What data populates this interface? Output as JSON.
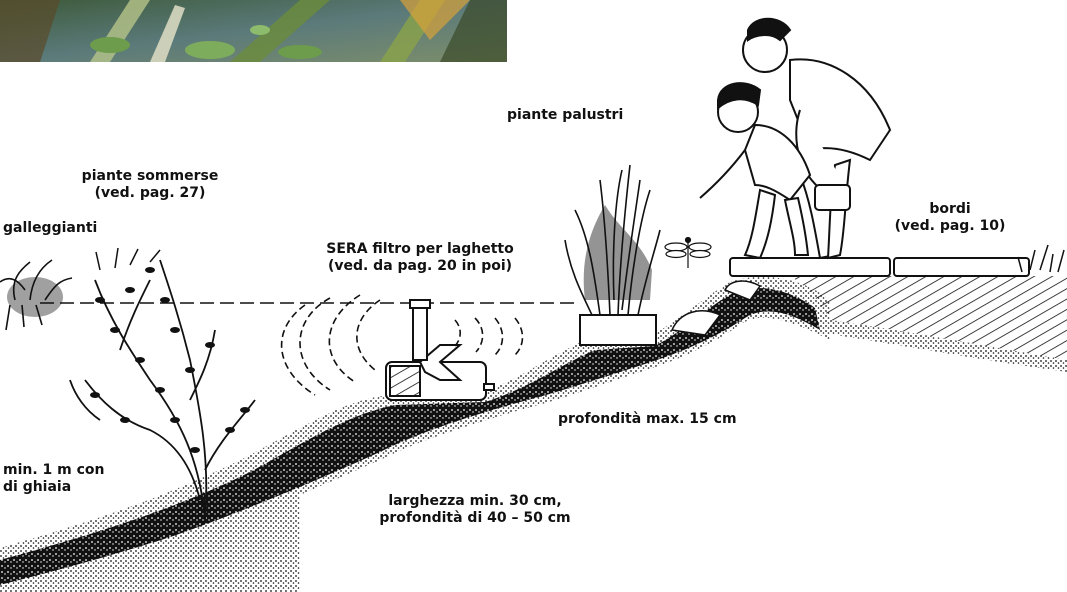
{
  "labels": {
    "piante_palustri": "piante palustri",
    "piante_sommerse": "piante sommerse",
    "piante_sommerse_ref": "(ved. pag. 27)",
    "galleggianti": "galleggianti",
    "filtro": "SERA filtro per laghetto",
    "filtro_ref": "(ved. da pag. 20 in poi)",
    "bordi": "bordi",
    "bordi_ref": "(ved. pag. 10)",
    "profondita_max": "profondità max. 15 cm",
    "min_1m_line1": "min. 1 m con",
    "min_1m_line2": "di ghiaia",
    "larghezza_line1": "larghezza min. 30 cm,",
    "larghezza_line2": "profondità di 40 – 50 cm"
  },
  "colors": {
    "ink": "#111111",
    "photo_water": "#4a6a6a",
    "photo_leaf": "#6c8c3c",
    "photo_flower": "#d9a23a"
  }
}
